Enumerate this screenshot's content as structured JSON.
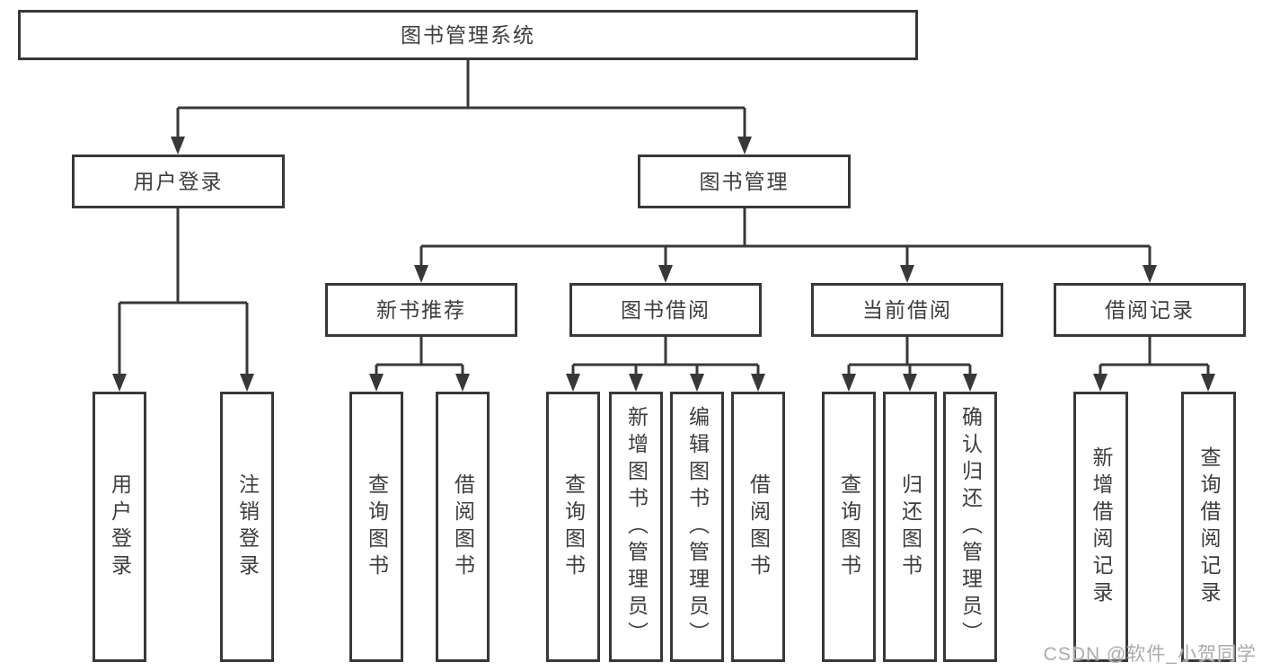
{
  "diagram": {
    "type": "hierarchy-tree",
    "title": "图书管理系统"
  },
  "nodes": {
    "root": {
      "label": "图书管理系统"
    },
    "user_login": {
      "label": "用户登录"
    },
    "book_mgmt": {
      "label": "图书管理"
    },
    "new_book_rec": {
      "label": "新书推荐"
    },
    "book_borrow": {
      "label": "图书借阅"
    },
    "current_borrow": {
      "label": "当前借阅"
    },
    "borrow_records": {
      "label": "借阅记录"
    }
  },
  "leaves": {
    "login_user": {
      "label": "用户登录"
    },
    "login_logout": {
      "label": "注销登录"
    },
    "rec_query": {
      "label": "查询图书"
    },
    "rec_borrow": {
      "label": "借阅图书"
    },
    "bor_query": {
      "label": "查询图书"
    },
    "bor_add": {
      "label": "新增图书（管理员）"
    },
    "bor_edit": {
      "label": "编辑图书（管理员）"
    },
    "bor_borrow": {
      "label": "借阅图书"
    },
    "cur_query": {
      "label": "查询图书"
    },
    "cur_return": {
      "label": "归还图书"
    },
    "cur_confirm": {
      "label": "确认归还（管理员）"
    },
    "record_add": {
      "label": "新增借阅记录"
    },
    "record_query": {
      "label": "查询借阅记录"
    }
  },
  "hierarchy": [
    {
      "parent": "图书管理系统",
      "children": [
        "用户登录",
        "图书管理"
      ]
    },
    {
      "parent": "用户登录",
      "children": [
        "用户登录",
        "注销登录"
      ]
    },
    {
      "parent": "图书管理",
      "children": [
        "新书推荐",
        "图书借阅",
        "当前借阅",
        "借阅记录"
      ]
    },
    {
      "parent": "新书推荐",
      "children": [
        "查询图书",
        "借阅图书"
      ]
    },
    {
      "parent": "图书借阅",
      "children": [
        "查询图书",
        "新增图书（管理员）",
        "编辑图书（管理员）",
        "借阅图书"
      ]
    },
    {
      "parent": "当前借阅",
      "children": [
        "查询图书",
        "归还图书",
        "确认归还（管理员）"
      ]
    },
    {
      "parent": "借阅记录",
      "children": [
        "新增借阅记录",
        "查询借阅记录"
      ]
    }
  ],
  "watermark": {
    "text": "CSDN @软件_小贺同学"
  },
  "colors": {
    "line": "#383838",
    "box_border": "#383838",
    "text": "#3d3d3d",
    "watermark": "#ababab",
    "background": "#ffffff"
  }
}
